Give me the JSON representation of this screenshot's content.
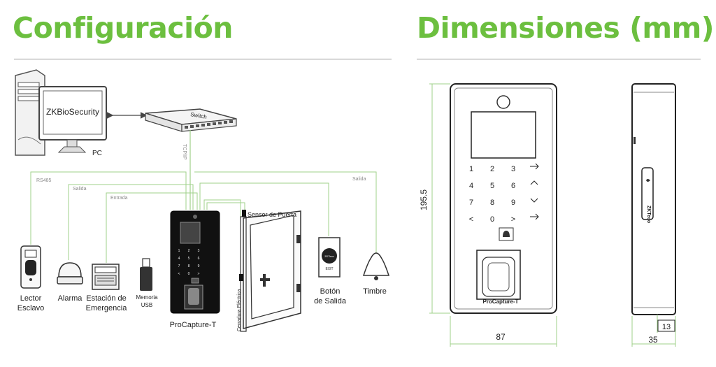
{
  "headings": {
    "config": "Configuración",
    "dimensions": "Dimensiones (mm)"
  },
  "config": {
    "software": "ZKBioSecurity",
    "pc": "PC",
    "switch": "Switch",
    "tcpip": "TCP/IP",
    "rs485": "RS485",
    "salida_left": "Salida",
    "entrada": "Entrada",
    "salida_right": "Salida",
    "door_sensor": "Sensor de Puerta",
    "electric_lock": "Cerradura Eléctrica",
    "devices": {
      "reader_l1": "Lector",
      "reader_l2": "Esclavo",
      "alarm": "Alarma",
      "emergency_l1": "Estación de",
      "emergency_l2": "Emergencia",
      "usb_l1": "Memoria",
      "usb_l2": "USB",
      "terminal": "ProCapture-T",
      "exit_l1": "Botón",
      "exit_l2": "de Salida",
      "bell": "Timbre",
      "exit_plate_exit": "EXIT",
      "exit_plate_brand": "ZKTeco"
    },
    "keypad": [
      "1",
      "2",
      "3",
      "4",
      "5",
      "6",
      "7",
      "8",
      "9",
      "<",
      "0",
      ">"
    ]
  },
  "dimensions": {
    "height": "195.5",
    "width": "87",
    "depth": "35",
    "base": "13",
    "model": "ProCapture-T",
    "keypad": [
      "1",
      "2",
      "3",
      "4",
      "5",
      "6",
      "7",
      "8",
      "9",
      "<",
      "0",
      ">"
    ],
    "side_brand": "ZKTeco"
  },
  "colors": {
    "accent": "#6cbf3f",
    "wire": "#9fd08a",
    "line": "#555555"
  }
}
